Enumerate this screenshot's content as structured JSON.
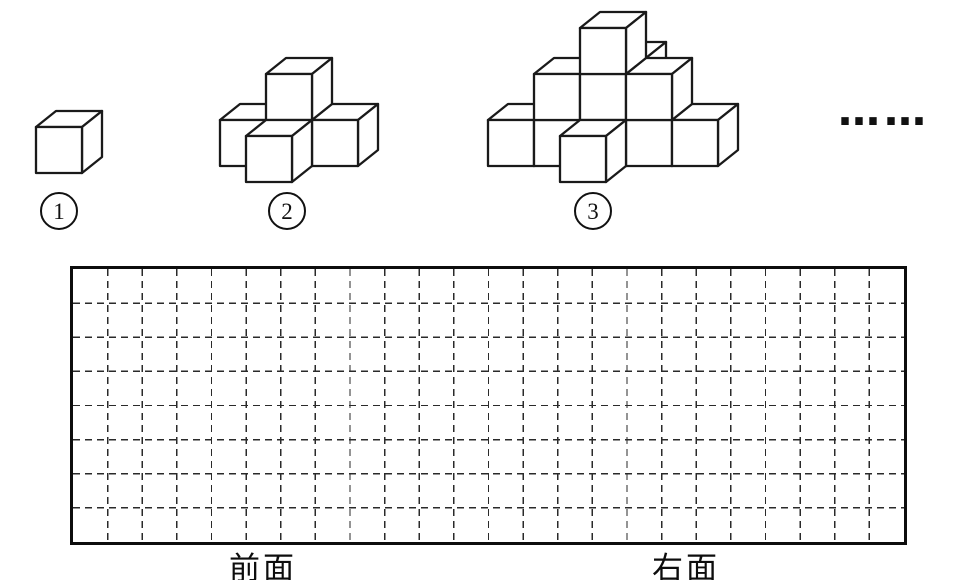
{
  "figures": {
    "items": [
      {
        "label": "1",
        "cubes": [
          [
            0,
            0,
            0
          ]
        ]
      },
      {
        "label": "2",
        "cubes": [
          [
            1,
            0,
            0
          ],
          [
            0,
            1,
            0
          ],
          [
            1,
            1,
            0
          ],
          [
            2,
            1,
            0
          ],
          [
            1,
            1,
            1
          ]
        ]
      },
      {
        "label": "3",
        "cubes": [
          [
            2,
            0,
            0
          ],
          [
            0,
            1,
            0
          ],
          [
            1,
            1,
            0
          ],
          [
            2,
            1,
            0
          ],
          [
            3,
            1,
            0
          ],
          [
            4,
            1,
            0
          ],
          [
            2,
            2,
            1
          ],
          [
            1,
            1,
            1
          ],
          [
            2,
            1,
            1
          ],
          [
            3,
            1,
            1
          ],
          [
            2,
            1,
            2
          ]
        ]
      }
    ],
    "ellipsis": "……"
  },
  "grid": {
    "columns": 24,
    "rows": 8,
    "line_color": "#2a2a2a",
    "border_color": "#0d0d0d"
  },
  "captions": {
    "front": "前面",
    "right": "右面"
  },
  "colors": {
    "ink": "#1a1a1a",
    "background": "#ffffff"
  }
}
